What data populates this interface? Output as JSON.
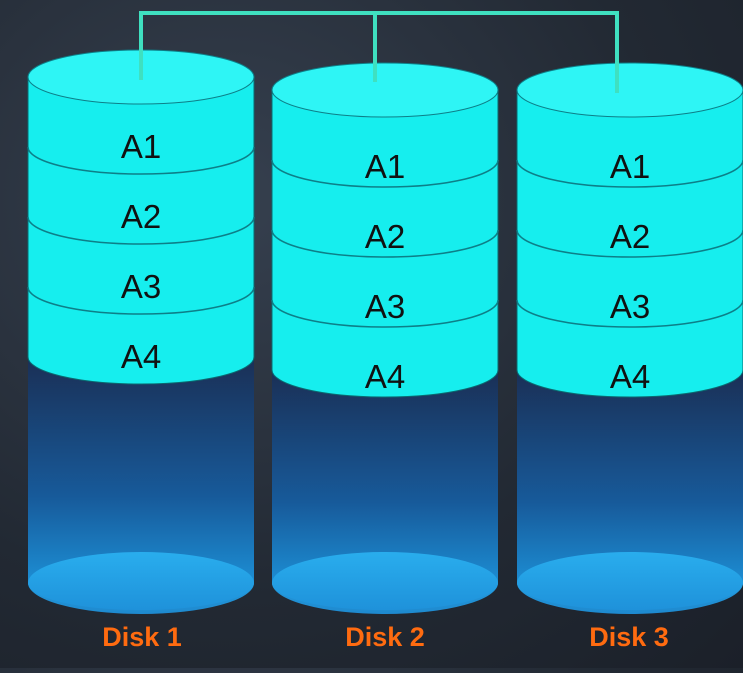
{
  "colors": {
    "platter": "#16eeee",
    "platter_top": "#2ef5f5",
    "connector": "#3fe0c0",
    "label": "#ff6b10",
    "reflection_top": "#1a2f55",
    "reflection_bottom": "#1e9ee6"
  },
  "disks": [
    {
      "name": "Disk 1",
      "blocks": [
        "A1",
        "A2",
        "A3",
        "A4"
      ]
    },
    {
      "name": "Disk 2",
      "blocks": [
        "A1",
        "A2",
        "A3",
        "A4"
      ]
    },
    {
      "name": "Disk 3",
      "blocks": [
        "A1",
        "A2",
        "A3",
        "A4"
      ]
    }
  ]
}
